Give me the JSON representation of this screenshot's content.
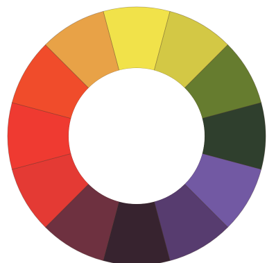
{
  "color_wheel": {
    "segments": [
      {
        "name": "yellow",
        "color": "#f1e24a"
      },
      {
        "name": "yellow-green",
        "color": "#d3c845"
      },
      {
        "name": "green",
        "color": "#667c2f"
      },
      {
        "name": "dark-green",
        "color": "#2f3f2d"
      },
      {
        "name": "blue-violet",
        "color": "#7259a3"
      },
      {
        "name": "violet",
        "color": "#573c6f"
      },
      {
        "name": "dark-violet",
        "color": "#37232f"
      },
      {
        "name": "red-violet",
        "color": "#6e3140"
      },
      {
        "name": "red",
        "color": "#e43a34"
      },
      {
        "name": "red-2",
        "color": "#ef3a31"
      },
      {
        "name": "red-orange",
        "color": "#f04c2b"
      },
      {
        "name": "orange",
        "color": "#e8a247"
      }
    ]
  }
}
